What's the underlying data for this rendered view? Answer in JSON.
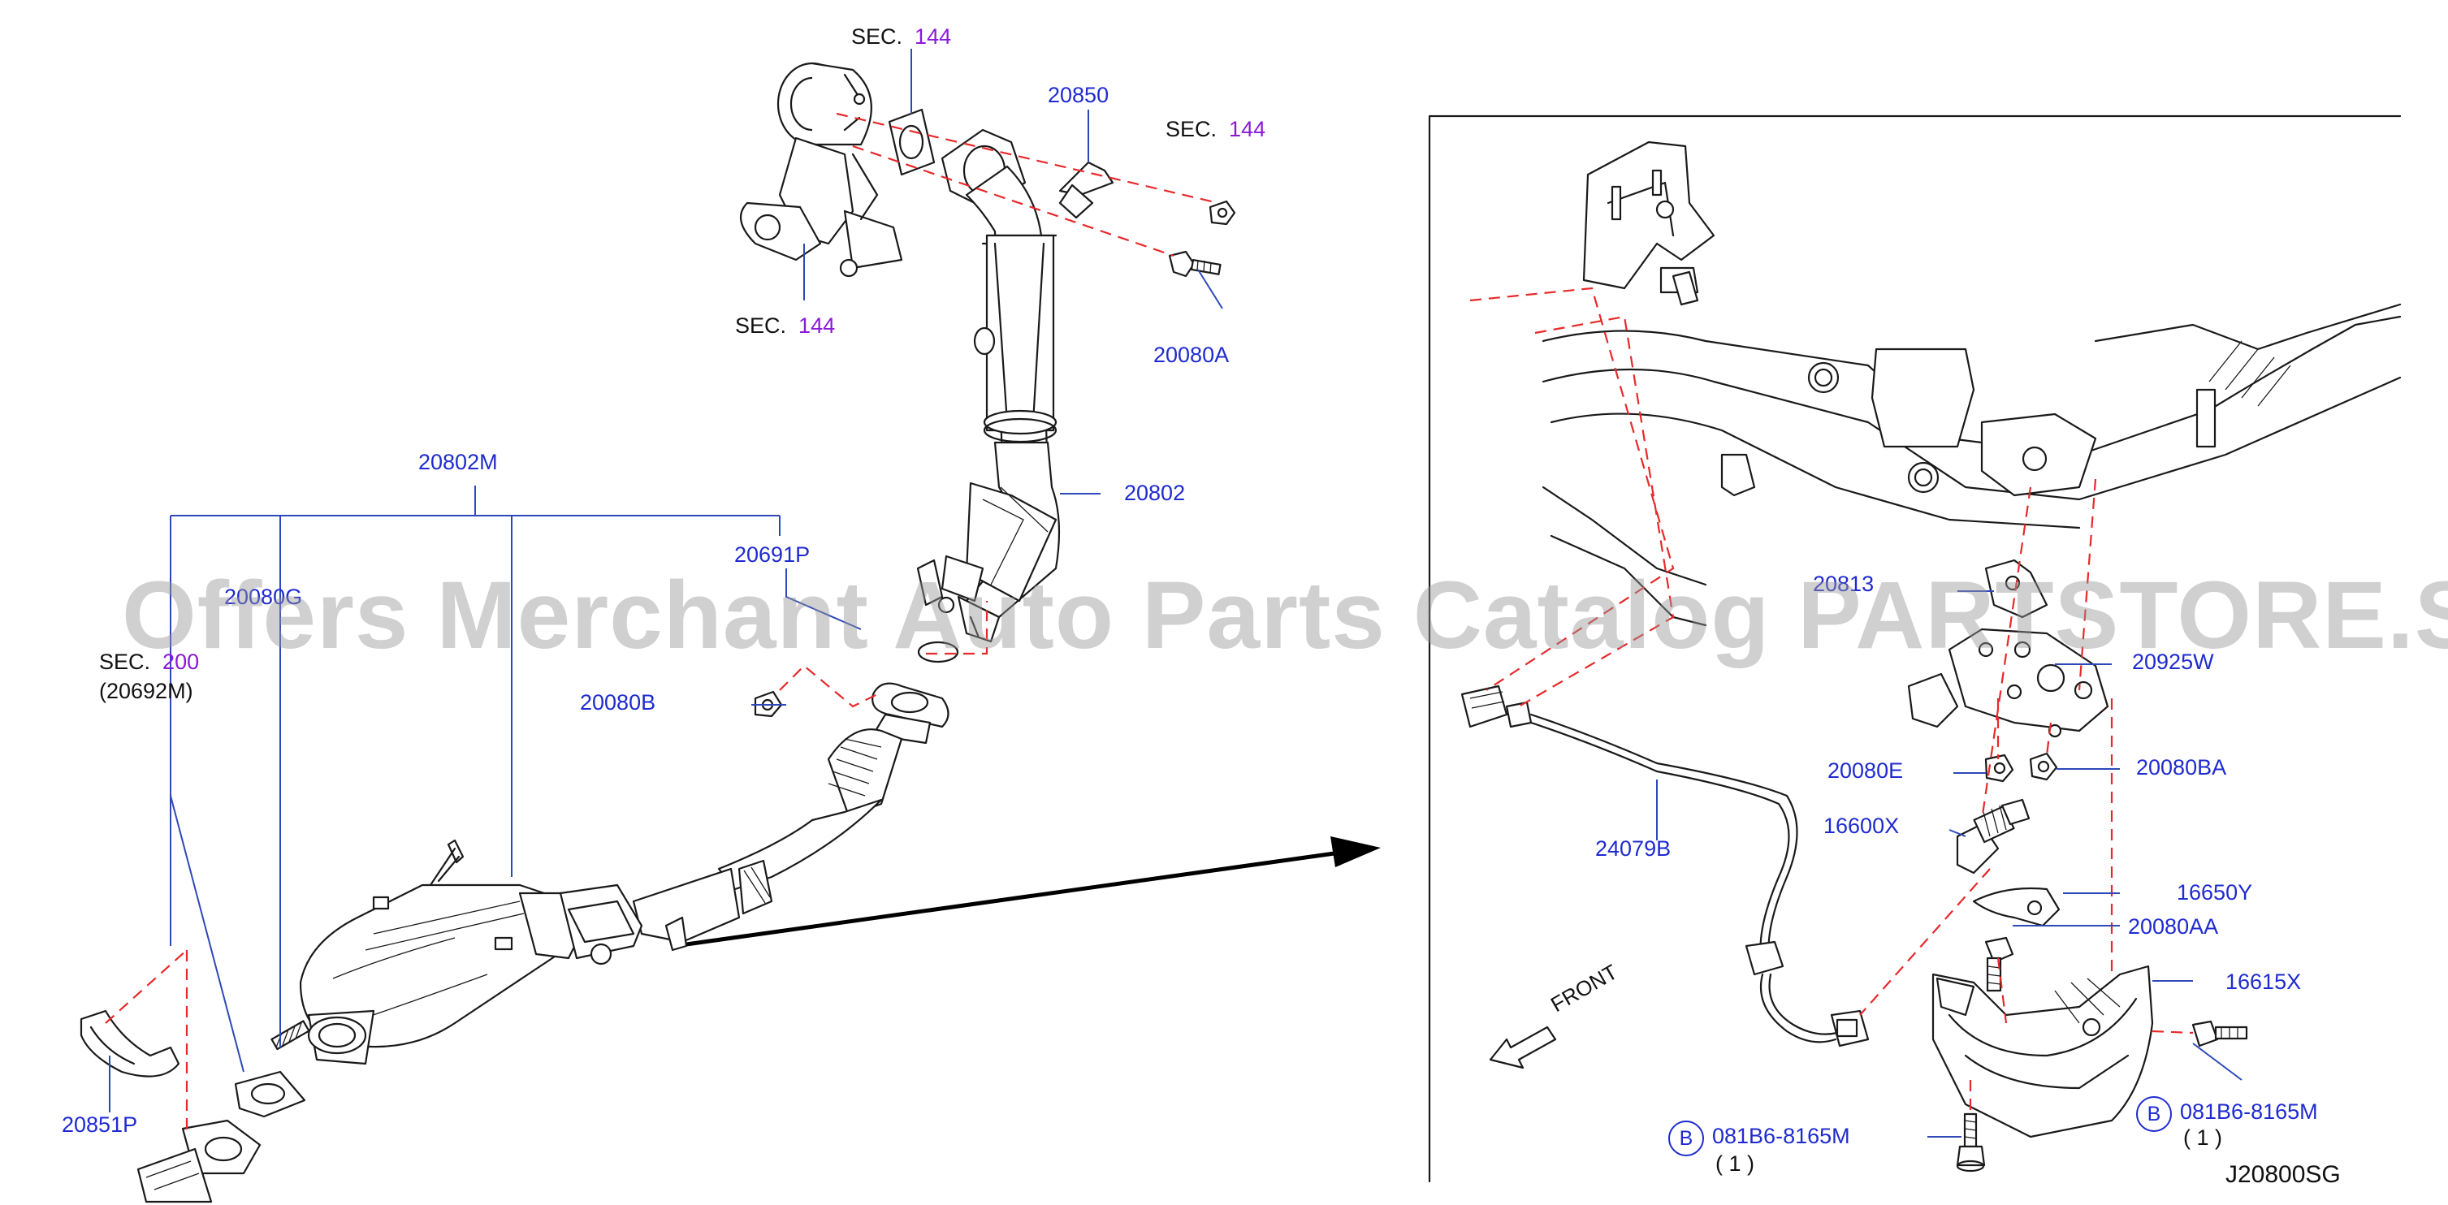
{
  "diagram": {
    "code": "J20800SG",
    "watermark": "Offers Merchant Auto Parts Catalog PARTSTORE.SA",
    "front_label": "FRONT",
    "sections": [
      {
        "id": "sec-144-top",
        "prefix": "SEC.",
        "number": "144"
      },
      {
        "id": "sec-144-right",
        "prefix": "SEC.",
        "number": "144"
      },
      {
        "id": "sec-144-bottom",
        "prefix": "SEC.",
        "number": "144"
      },
      {
        "id": "sec-200",
        "prefix": "SEC.",
        "number": "200",
        "sub": "(20692M)"
      }
    ],
    "parts": {
      "p20850": "20850",
      "p20080A": "20080A",
      "p20802M": "20802M",
      "p20802": "20802",
      "p20691P": "20691P",
      "p20080G": "20080G",
      "p20080B": "20080B",
      "p20851P": "20851P",
      "p20813": "20813",
      "p20925W": "20925W",
      "p20080E": "20080E",
      "p20080BA": "20080BA",
      "p16600X": "16600X",
      "p24079B": "24079B",
      "p16650Y": "16650Y",
      "p20080AA": "20080AA",
      "p16615X": "16615X"
    },
    "bolts": [
      {
        "id": "bolt-right",
        "circle": "B",
        "part": "081B6-8165M",
        "qty": "( 1 )"
      },
      {
        "id": "bolt-bottom",
        "circle": "B",
        "part": "081B6-8165M",
        "qty": "( 1 )"
      }
    ]
  }
}
